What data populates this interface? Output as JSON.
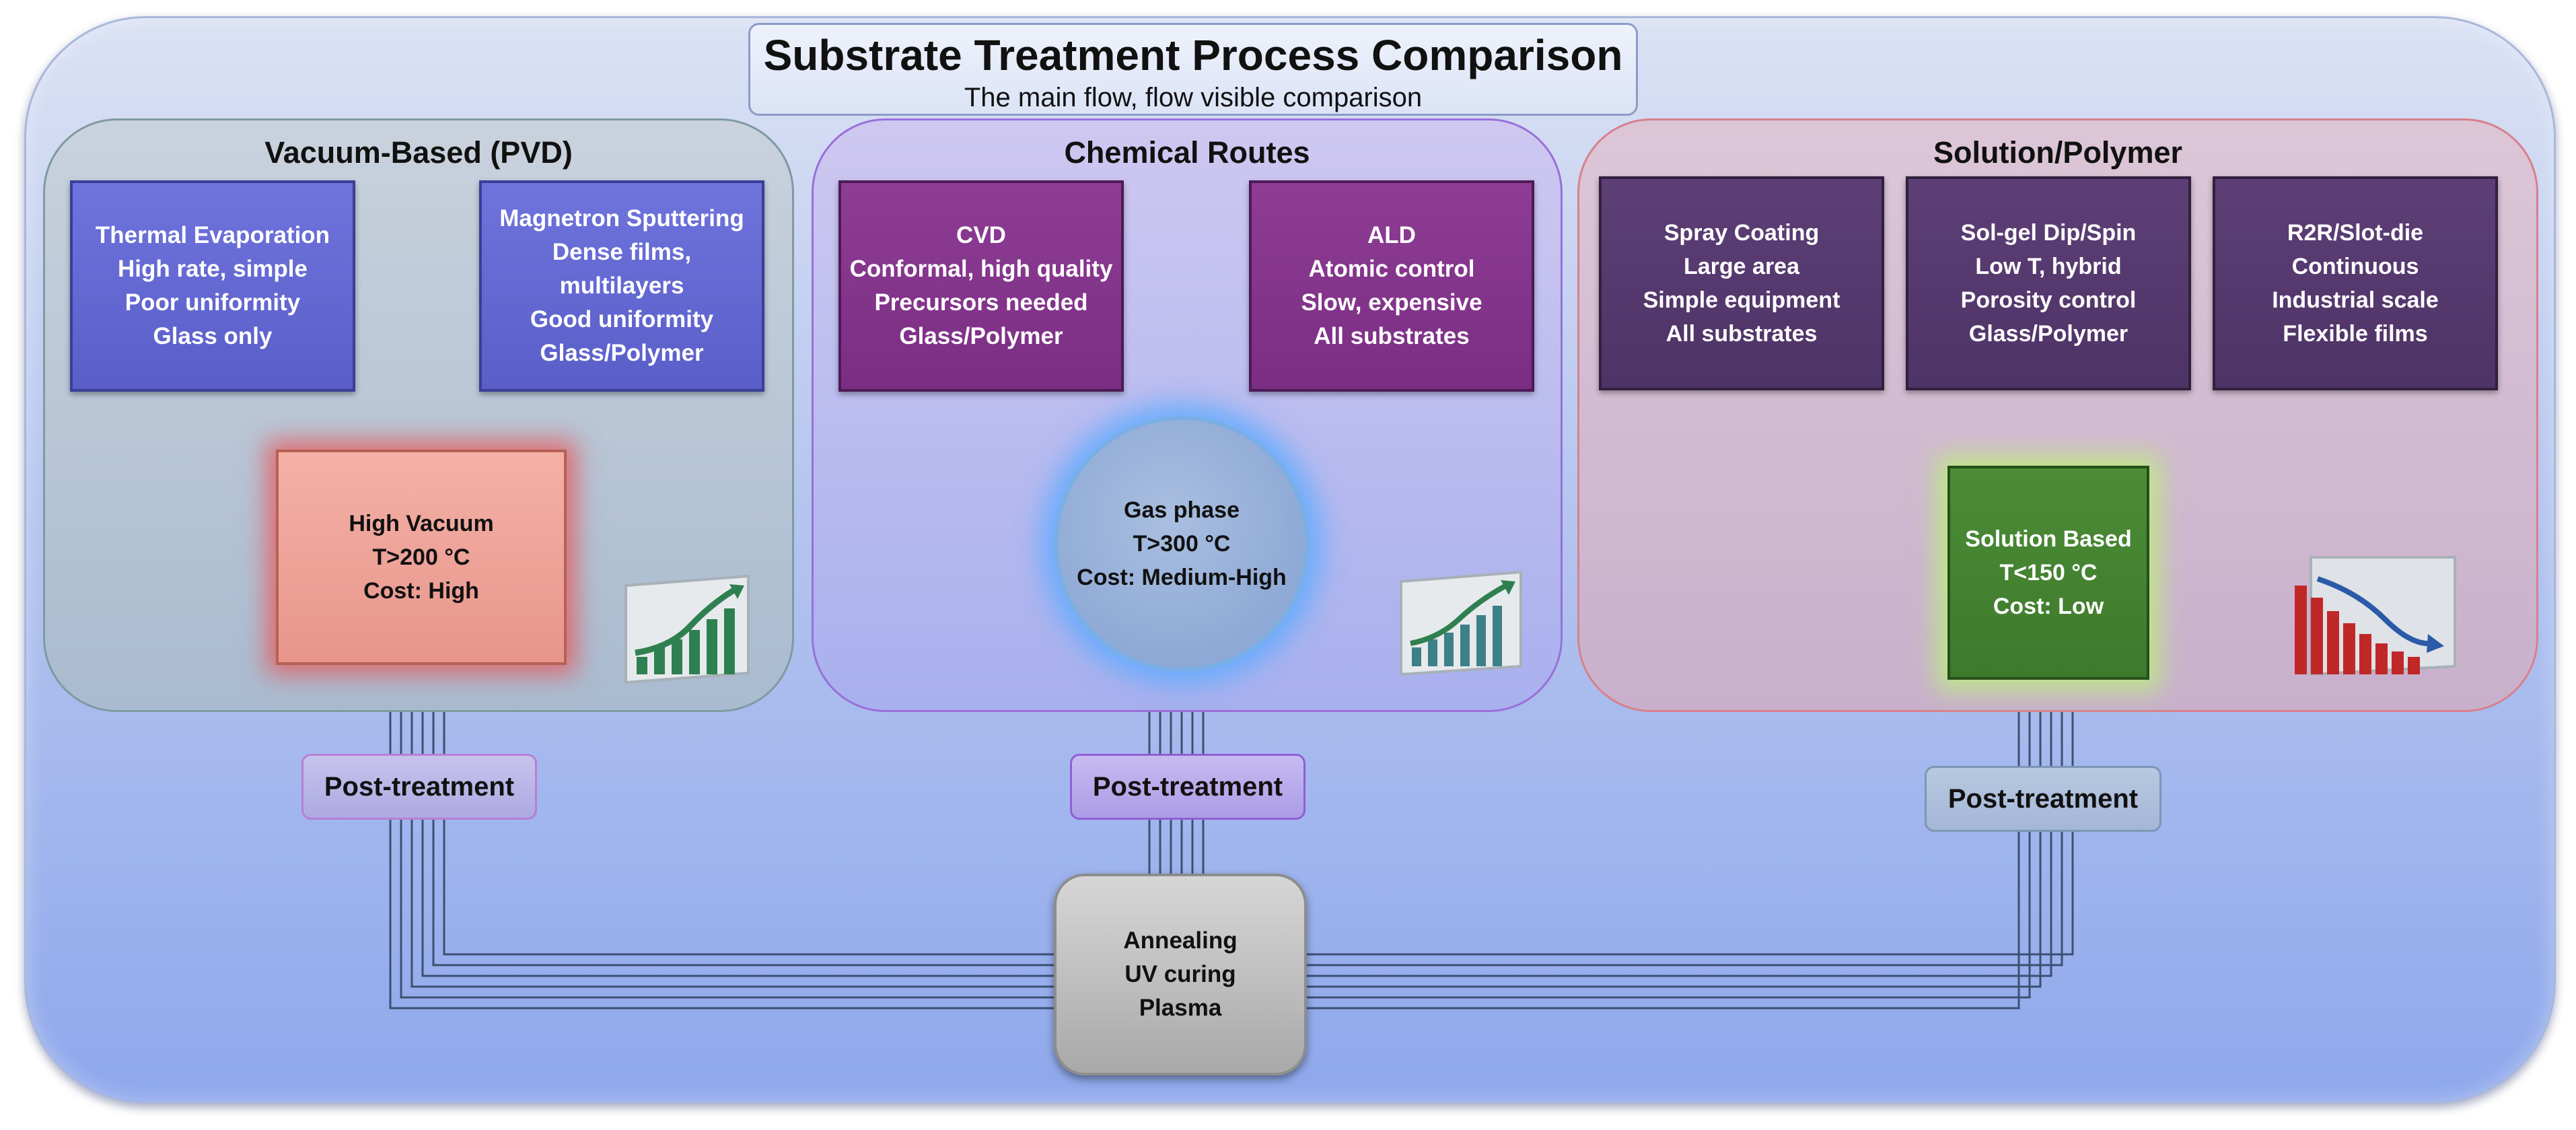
{
  "title": "Substrate Treatment Process Comparison",
  "subtitle": "The main flow, flow visible comparison",
  "groups": {
    "vacuum": {
      "label": "Vacuum-Based (PVD)",
      "methods": [
        {
          "lines": [
            "Thermal Evaporation",
            "High rate, simple",
            "Poor uniformity",
            "Glass only"
          ]
        },
        {
          "lines": [
            "Magnetron Sputtering",
            "Dense films,",
            "multilayers",
            "Good uniformity",
            "Glass/Polymer"
          ]
        }
      ],
      "hub": [
        "High Vacuum",
        "T>200 °C",
        "Cost: High"
      ],
      "post": "Post-treatment",
      "trend_icon": "trend-up-icon"
    },
    "chemical": {
      "label": "Chemical Routes",
      "methods": [
        {
          "lines": [
            "CVD",
            "Conformal, high quality",
            "Precursors needed",
            "Glass/Polymer"
          ]
        },
        {
          "lines": [
            "ALD",
            "Atomic control",
            "Slow, expensive",
            "All substrates"
          ]
        }
      ],
      "hub": [
        "Gas phase",
        "T>300 °C",
        "Cost: Medium-High"
      ],
      "post": "Post-treatment",
      "trend_icon": "trend-up-icon"
    },
    "solution": {
      "label": "Solution/Polymer",
      "methods": [
        {
          "lines": [
            "Spray Coating",
            "Large area",
            "Simple equipment",
            "All substrates"
          ]
        },
        {
          "lines": [
            "Sol-gel Dip/Spin",
            "Low T, hybrid",
            "Porosity control",
            "Glass/Polymer"
          ]
        },
        {
          "lines": [
            "R2R/Slot-die",
            "Continuous",
            "Industrial scale",
            "Flexible films"
          ]
        }
      ],
      "hub": [
        "Solution Based",
        "T<150 °C",
        "Cost: Low"
      ],
      "post": "Post-treatment",
      "trend_icon": "trend-down-icon"
    }
  },
  "final": [
    "Annealing",
    "UV curing",
    "Plasma"
  ],
  "colors": {
    "vacuum_method": "#5a5ec8",
    "chemical_method": "#7a2e83",
    "solution_method": "#4e3366",
    "vacuum_hub": "#e8958c",
    "chemical_hub": "#8ea9d6",
    "solution_hub": "#3d7a2c",
    "final": "#a9a9a9"
  }
}
